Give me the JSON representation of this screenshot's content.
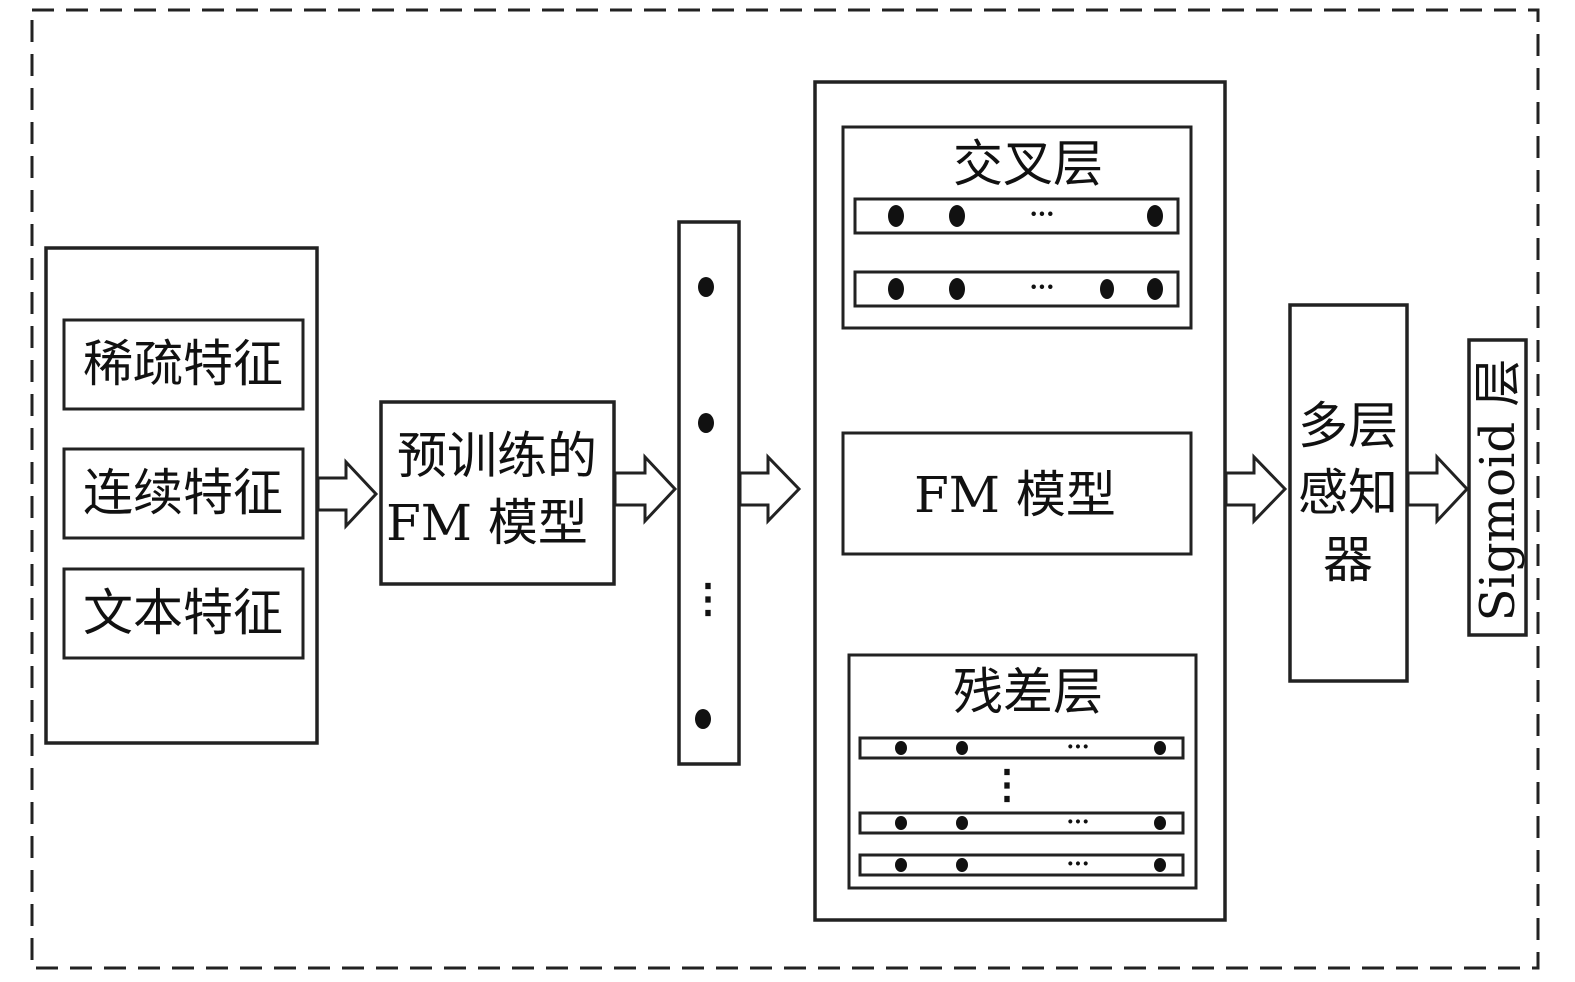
{
  "inputs": {
    "sparse": "稀疏特征",
    "continuous": "连续特征",
    "text": "文本特征"
  },
  "pretrained": {
    "line1": "预训练的",
    "line2": "FM 模型"
  },
  "embedding": {
    "ellipsis": "⋮"
  },
  "middle": {
    "cross_title": "交叉层",
    "fm_label": "FM 模型",
    "residual_title": "残差层",
    "ellipsis_h": "···",
    "ellipsis_v": "⋮"
  },
  "mlp": {
    "line1": "多层",
    "line2": "感知",
    "line3": "器"
  },
  "sigmoid": {
    "label": "Sigmoid 层"
  }
}
